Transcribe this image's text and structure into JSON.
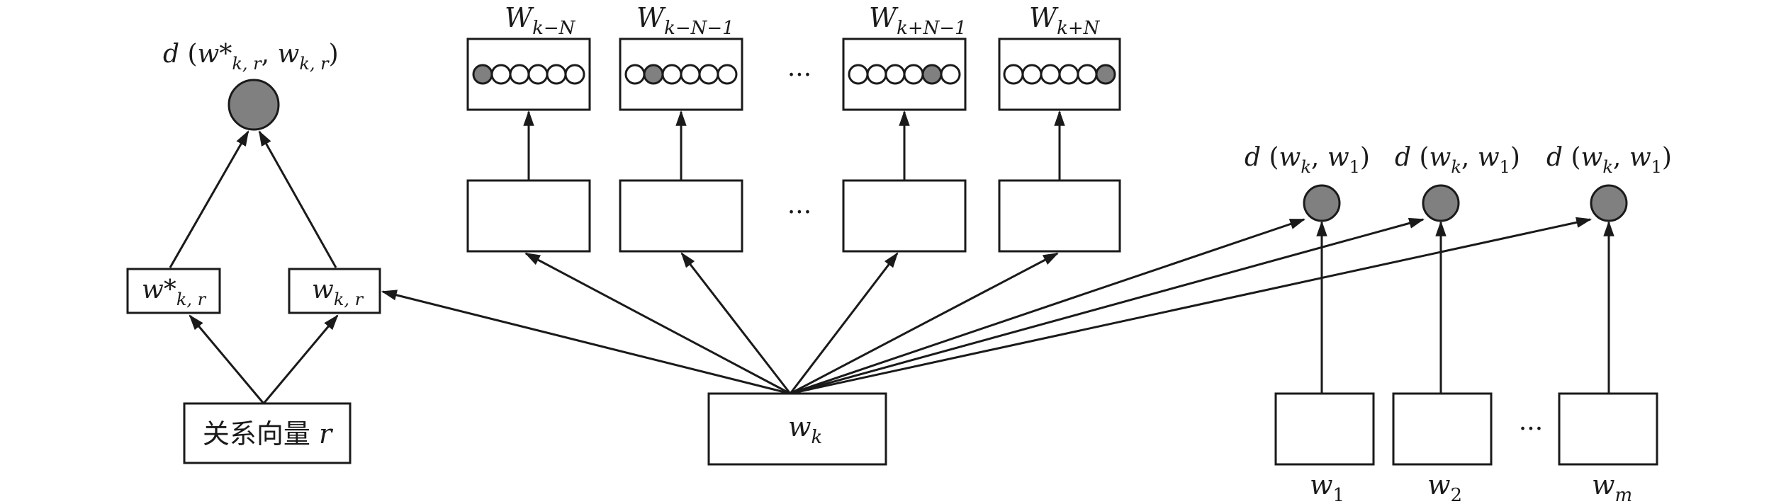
{
  "labels": {
    "distance_relation": {
      "prefix": "d",
      "arg1": "w*",
      "arg1_sub": "k, r",
      "arg2": "w",
      "arg2_sub": "k, r"
    },
    "w_star_kr": {
      "main": "w*",
      "sub": "k, r"
    },
    "w_kr": {
      "main": "w",
      "sub": "k, r"
    },
    "relation_vector": {
      "text": "关系向量",
      "var": "r"
    },
    "center_word": {
      "main": "w",
      "sub": "k"
    },
    "context_headers": [
      {
        "main": "W",
        "sub": "k−N"
      },
      {
        "main": "W",
        "sub": "k−N−1"
      },
      {
        "main": "W",
        "sub": "k+N−1"
      },
      {
        "main": "W",
        "sub": "k+N"
      }
    ],
    "ellipsis": "···",
    "distance_labels": [
      {
        "prefix": "d",
        "arg1": "w",
        "arg1_sub": "k",
        "arg2": "w",
        "arg2_sub": "1"
      },
      {
        "prefix": "d",
        "arg1": "w",
        "arg1_sub": "k",
        "arg2": "w",
        "arg2_sub": "1"
      },
      {
        "prefix": "d",
        "arg1": "w",
        "arg1_sub": "k",
        "arg2": "w",
        "arg2_sub": "1"
      }
    ],
    "word_labels": [
      {
        "main": "w",
        "sub": "1"
      },
      {
        "main": "w",
        "sub": "2"
      },
      {
        "main": "w",
        "sub": "m"
      }
    ]
  },
  "one_hot_active_index": [
    0,
    1,
    4,
    5
  ],
  "colors": {
    "node_fill": "#808080",
    "stroke": "#1a1a1a",
    "background": "#ffffff"
  }
}
